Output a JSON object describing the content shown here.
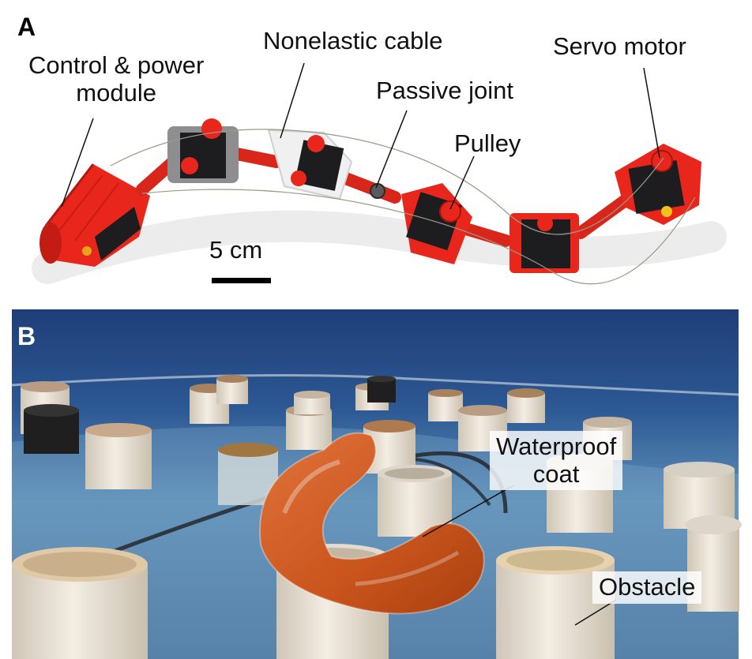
{
  "panel_a": {
    "letter": "A",
    "labels": {
      "control_power_line1": "Control & power",
      "control_power_line2": "module",
      "nonelastic_cable": "Nonelastic cable",
      "servo_motor": "Servo motor",
      "passive_joint": "Passive joint",
      "pulley": "Pulley",
      "scale_bar": "5 cm"
    }
  },
  "panel_b": {
    "letter": "B",
    "labels": {
      "waterproof_line1": "Waterproof",
      "waterproof_line2": "coat",
      "obstacle": "Obstacle"
    }
  },
  "colors": {
    "robot_red": "#e8261c",
    "module_black": "#1d1d1f",
    "water_blue": "#3f74a4",
    "pipe_white": "#e9e2d6",
    "coat_orange": "#d5621f"
  }
}
